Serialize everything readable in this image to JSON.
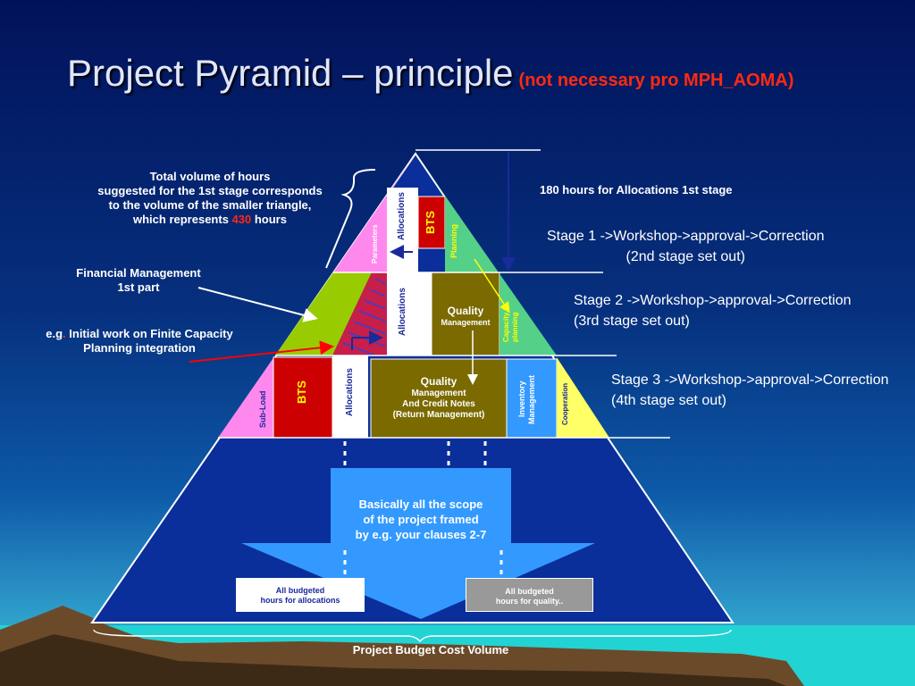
{
  "slide": {
    "title": "Project Pyramid – principle",
    "subtitle": "(not necessary pro MPH_AOMA)"
  },
  "left_notes": {
    "total_line1": "Total volume of hours",
    "total_line2": "suggested for the 1st stage corresponds",
    "total_line3": "to the volume of the smaller triangle,",
    "total_line4_prefix": "which represents ",
    "total_line4_value": "430",
    "total_line4_suffix": " hours",
    "financial_line1": "Financial Management",
    "financial_line2": "1st part",
    "eg_prefix": "e.g",
    "eg_dot": ".",
    "eg_line1_rest": " Initial work on Finite Capacity",
    "eg_line2": "Planning integration"
  },
  "right_notes": {
    "hours_allocations": "180 hours for Allocations 1st stage",
    "stage1_line1": "Stage 1 ->Workshop->approval->Correction",
    "stage1_line2": "(2nd stage set out)",
    "stage2_line1": "Stage 2 ->Workshop->approval->Correction",
    "stage2_line2": "(3rd stage set out)",
    "stage3_line1": "Stage 3 ->Workshop->approval->Correction",
    "stage3_line2": "(4th stage set out)"
  },
  "pyramid": {
    "tier1": {
      "parameters": "Parameters",
      "allocations": "Allocations",
      "bts": "BTS",
      "planning": "Planning"
    },
    "tier2": {
      "allocations": "Allocations",
      "quality_title": "Quality",
      "quality_sub": "Management",
      "capacity": "Capacity planning"
    },
    "tier3": {
      "subload": "Sub-Load",
      "bts": "BTS",
      "allocations": "Allocations",
      "quality_title": "Quality",
      "quality_line2": "Management",
      "quality_line3": "And Credit Notes",
      "quality_line4": "(Return Management)",
      "inventory": "Inventory Management",
      "cooperation": "Cooperation"
    },
    "scope_line1": "Basically all the scope",
    "scope_line2": "of the project framed",
    "scope_line3": "by e.g. your clauses 2-7",
    "budget_alloc_line1": "All budgeted",
    "budget_alloc_line2": "hours for allocations",
    "budget_quality_line1": "All budgeted",
    "budget_quality_line2": "hours for quality..",
    "base_label": "Project Budget Cost Volume"
  },
  "colors": {
    "pyramid_blue": "#0a2e9a",
    "magenta": "#ff88ee",
    "bts_red": "#cc0000",
    "green": "#55d088",
    "lime": "#99cc00",
    "olive": "#7a6a00",
    "scope_blue": "#3399ff",
    "yellow": "#ffff66",
    "gray_box": "#999999",
    "title_accent": "#ff2a10"
  }
}
